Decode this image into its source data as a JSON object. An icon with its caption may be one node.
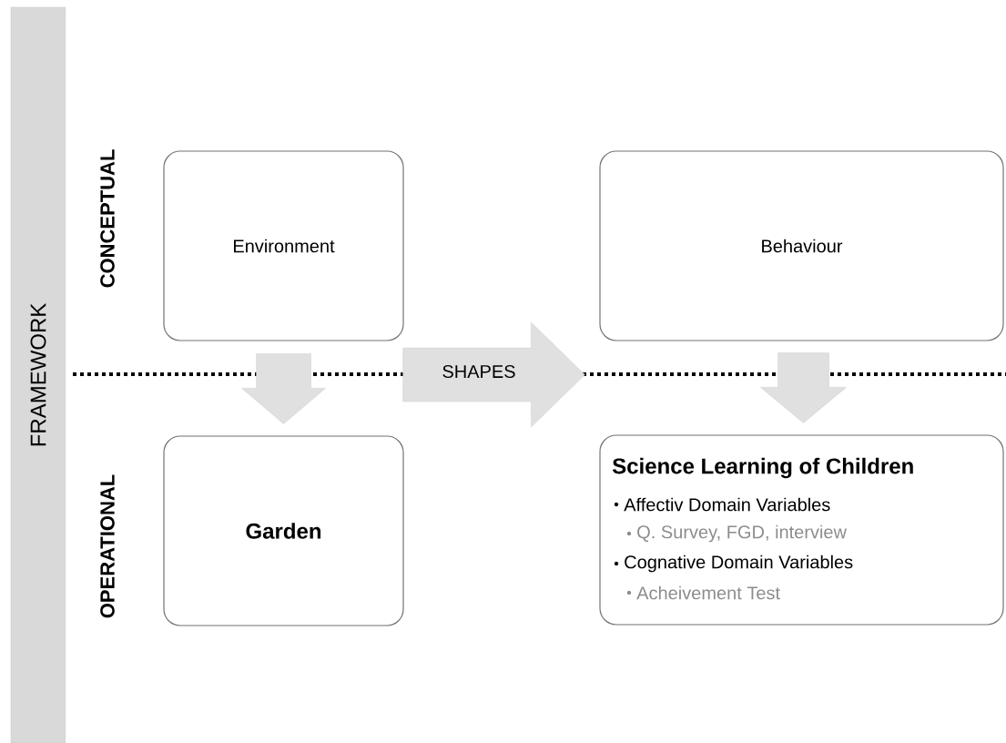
{
  "diagram": {
    "nodes": [
      {
        "text": [
          "FRAMEWORK"
        ]
      },
      {
        "text": [
          "Environment"
        ]
      },
      {
        "text": [
          "Behaviour"
        ]
      },
      {
        "text": [
          "Garden"
        ]
      },
      {
        "text": [
          "Science Learning of Children",
          "Affectiv Domain Variables",
          "Q. Survey, FGD, interview",
          "Cognative Domain Variables",
          "Acheivement Test"
        ]
      }
    ],
    "edges": [
      {
        "from": 1,
        "to": 2,
        "arrow": "to",
        "label": "SHAPES"
      },
      {
        "from": 1,
        "to": 3,
        "arrow": "to"
      },
      {
        "from": 2,
        "to": 4,
        "arrow": "to"
      }
    ],
    "labels": [
      "CONCEPTUAL",
      "OPERATIONAL"
    ]
  }
}
